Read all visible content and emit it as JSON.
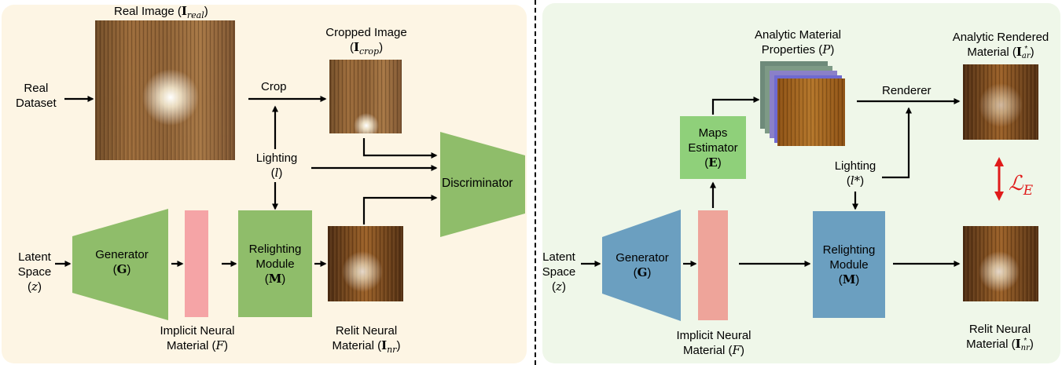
{
  "left": {
    "real_dataset": [
      "Real",
      "Dataset"
    ],
    "real_image": {
      "text": "Real Image (",
      "sym": "I",
      "sub": "real",
      "close": ")"
    },
    "crop": "Crop",
    "cropped_image": {
      "line1": "Cropped Image",
      "sym": "I",
      "sub": "crop"
    },
    "lighting": {
      "line1": "Lighting",
      "sym": "l"
    },
    "discriminator": "Discriminator",
    "latent_space": {
      "line1": "Latent",
      "line2": "Space",
      "sym": "z"
    },
    "generator": {
      "line1": "Generator",
      "sym": "G"
    },
    "relighting": {
      "line1": "Relighting",
      "line2": "Module",
      "sym": "M"
    },
    "implicit": {
      "line1": "Implicit Neural",
      "line2": "Material (",
      "sym": "F",
      "close": ")"
    },
    "relit": {
      "line1": "Relit Neural",
      "line2": "Material (",
      "sym": "I",
      "sub": "nr",
      "close": ")"
    }
  },
  "right": {
    "analytic_props": {
      "line1": "Analytic Material",
      "line2": "Properties (",
      "sym": "P",
      "close": ")"
    },
    "analytic_rendered": {
      "line1": "Analytic Rendered",
      "line2": "Material (",
      "sym": "I",
      "sup": "*",
      "sub": "ar",
      "close": ")"
    },
    "renderer": "Renderer",
    "maps": {
      "line1": "Maps",
      "line2": "Estimator",
      "sym": "E"
    },
    "lighting": {
      "line1": "Lighting",
      "sym": "l*"
    },
    "loss": {
      "sym": "ℒ",
      "sub": "E"
    },
    "latent_space": {
      "line1": "Latent",
      "line2": "Space",
      "sym": "z"
    },
    "generator": {
      "line1": "Generator",
      "sym": "G"
    },
    "relighting": {
      "line1": "Relighting",
      "line2": "Module",
      "sym": "M"
    },
    "implicit": {
      "line1": "Implicit Neural",
      "line2": "Material (",
      "sym": "F",
      "close": ")"
    },
    "relit": {
      "line1": "Relit Neural",
      "line2": "Material (",
      "sym": "I",
      "sup": "*",
      "sub": "nr",
      "close": ")"
    }
  },
  "colors": {
    "left_bg": "#fdf5e4",
    "right_bg": "#eff7e9",
    "green_block": "#8fbd6a",
    "blue_block": "#6b9fc0",
    "pink_block": "#f5a4a6",
    "salmon_block": "#eea49a",
    "loss_red": "#e01b1b"
  }
}
